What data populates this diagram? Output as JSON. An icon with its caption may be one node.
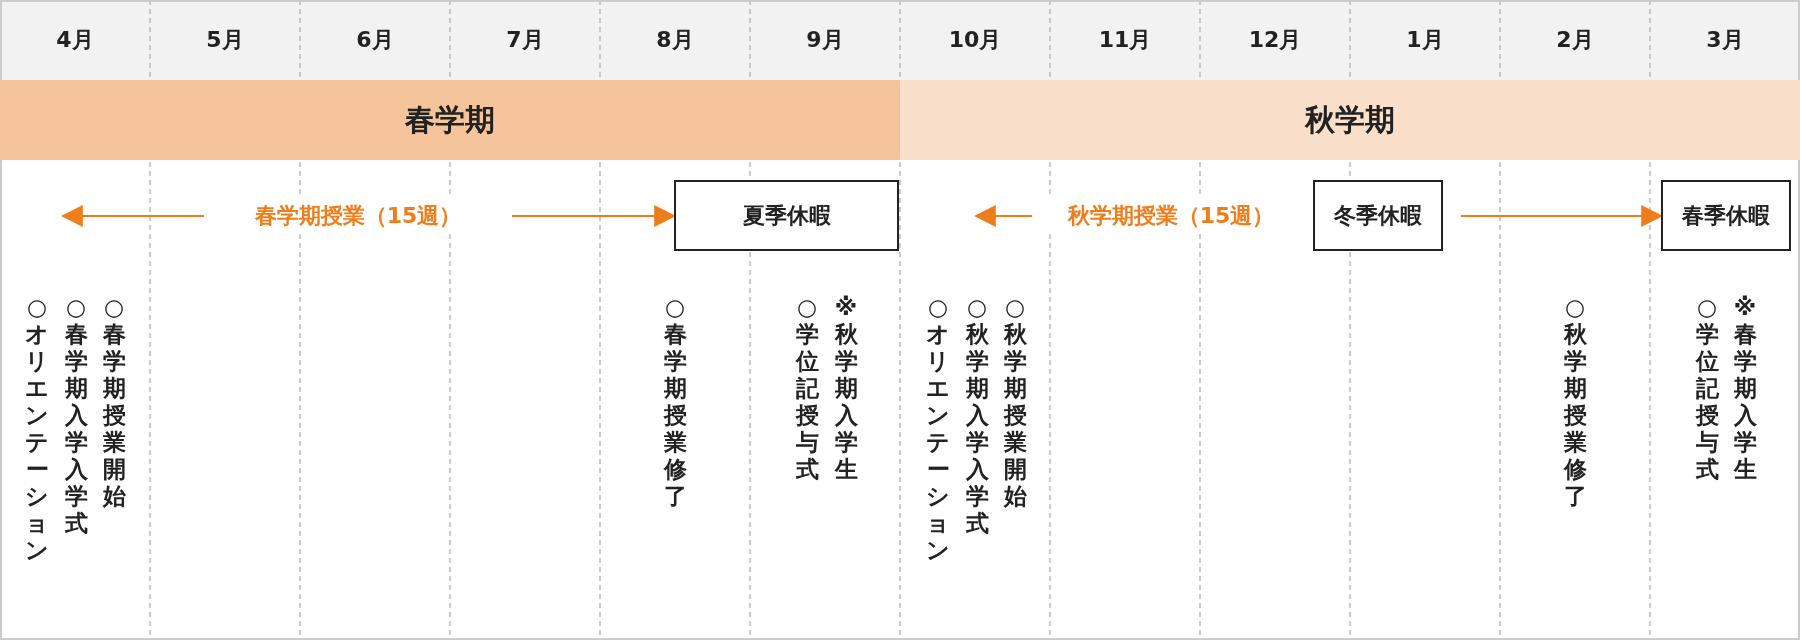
{
  "diagram": {
    "nodes": [
      {
        "text": [
          "春学期"
        ]
      },
      {
        "text": [
          "秋学期"
        ]
      },
      {
        "text": [
          "春学期授業（15週）"
        ]
      },
      {
        "text": [
          "夏季休暇"
        ]
      },
      {
        "text": [
          "秋学期授業（15週）"
        ]
      },
      {
        "text": [
          "冬季休暇"
        ]
      },
      {
        "text": [
          "春季休暇"
        ]
      }
    ],
    "edges": [
      {
        "from": 2,
        "to": null,
        "arrow": "to"
      },
      {
        "from": 2,
        "to": 3,
        "arrow": "to"
      },
      {
        "from": 4,
        "to": null,
        "arrow": "to"
      },
      {
        "from": 5,
        "to": 6,
        "arrow": "to"
      }
    ],
    "labels": [
      "4月",
      "5月",
      "6月",
      "7月",
      "8月",
      "9月",
      "10月",
      "11月",
      "12月",
      "1月",
      "2月",
      "3月",
      "○オリエンテーション",
      "○春学期入学入学式",
      "○春学期授業開始",
      "○春学期授業修了",
      "○学位記授与式",
      "※秋学期入学生",
      "○オリエンテーション",
      "○秋学期入学入学式",
      "○秋学期授業開始",
      "○秋学期授業修了",
      "○学位記授与式",
      "※春学期入学生"
    ]
  }
}
